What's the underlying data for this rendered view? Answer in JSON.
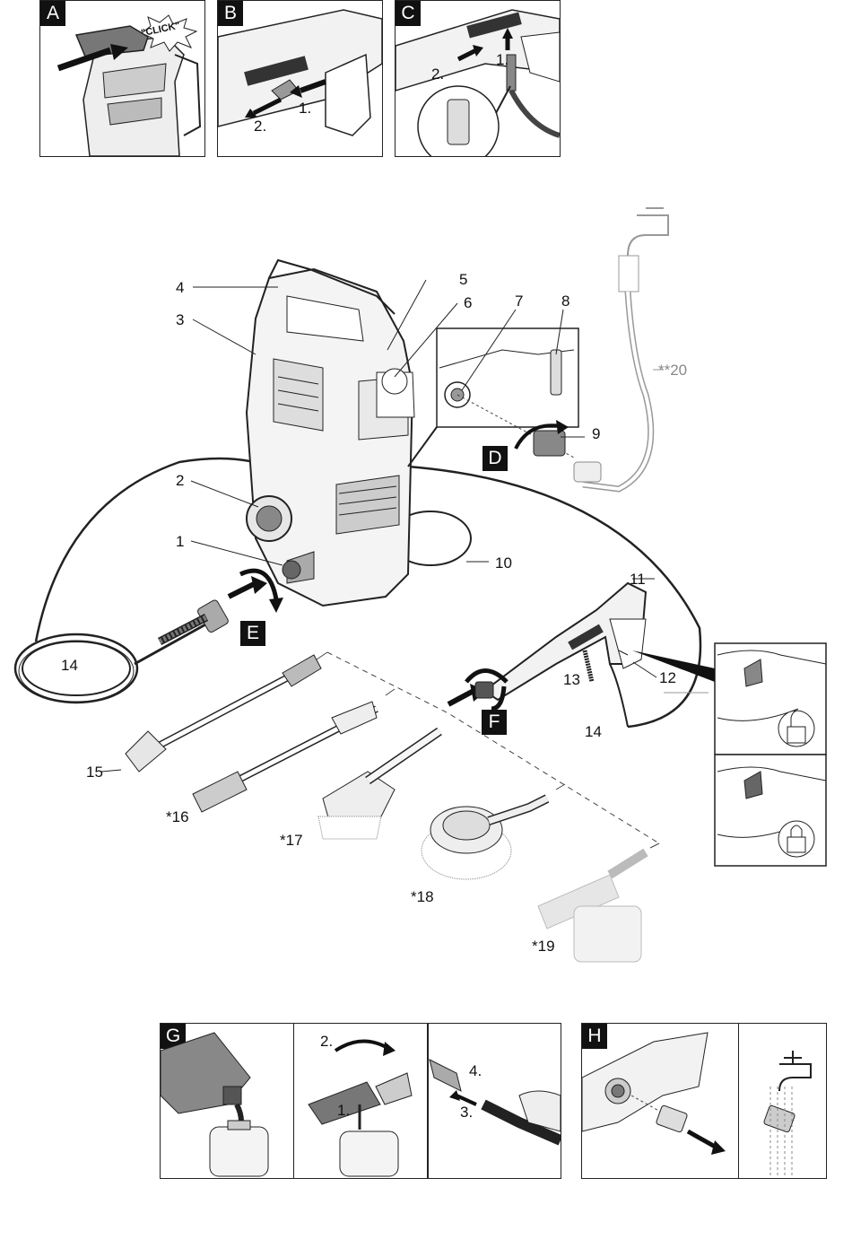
{
  "panels_top": [
    {
      "letter": "A",
      "click_text": "\"CLICK\""
    },
    {
      "letter": "B",
      "step1": "1.",
      "step2": "2."
    },
    {
      "letter": "C",
      "step1": "1.",
      "step2": "2."
    }
  ],
  "main_labels": {
    "l1": "1",
    "l2": "2",
    "l3": "3",
    "l4": "4",
    "l5": "5",
    "l6": "6",
    "l7": "7",
    "l8": "8",
    "l9": "9",
    "l10": "10",
    "l11": "11",
    "l12": "12",
    "l13": "13",
    "l14a": "14",
    "l14b": "14",
    "l15": "15",
    "l16": "*16",
    "l17": "*17",
    "l18": "*18",
    "l19": "*19",
    "l20": "**20"
  },
  "steps": {
    "D": "D",
    "E": "E",
    "F": "F"
  },
  "panel_g": {
    "letter": "G",
    "step1": "1.",
    "step2": "2.",
    "step3": "3.",
    "step4": "4."
  },
  "panel_h": {
    "letter": "H"
  },
  "colors": {
    "line": "#222222",
    "grey": "#9a9a9a",
    "fill_dark": "#777777",
    "fill_light": "#e6e6e6"
  }
}
